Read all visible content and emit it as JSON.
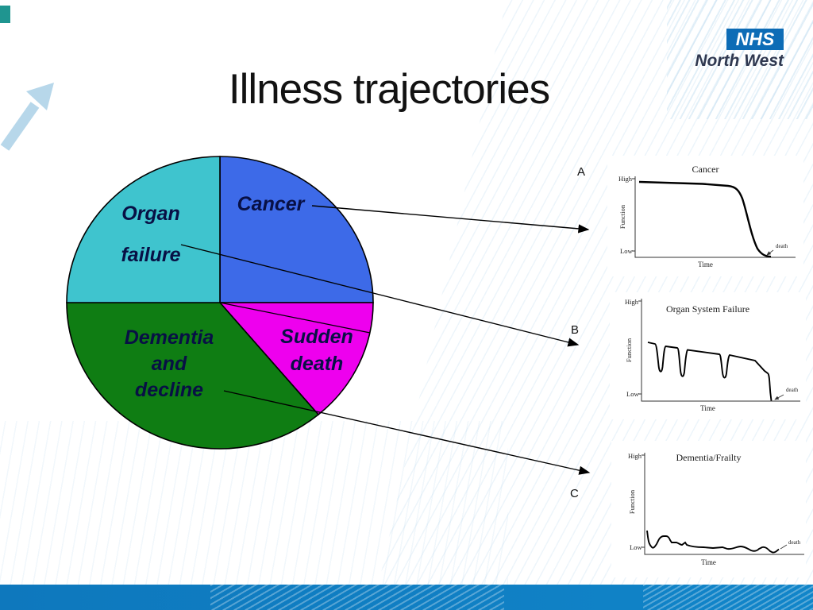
{
  "slide": {
    "title": "Illness trajectories"
  },
  "logo": {
    "nhs": "NHS",
    "region": "North West"
  },
  "pie": {
    "organ_line1": "Organ",
    "organ_line2": "failure",
    "cancer": "Cancer",
    "dementia_line1": "Dementia",
    "dementia_line2": "and",
    "dementia_line3": "decline",
    "sudden_line1": "Sudden",
    "sudden_line2": "death"
  },
  "panels": [
    {
      "letter": "A",
      "title": "Cancer",
      "y_high": "High",
      "y_low": "Low",
      "y_axis": "Function",
      "x_axis": "Time",
      "end_label": "death"
    },
    {
      "letter": "B",
      "title": "Organ System Failure",
      "y_high": "High",
      "y_low": "Low",
      "y_axis": "Function",
      "x_axis": "Time",
      "end_label": "death"
    },
    {
      "letter": "C",
      "title": "Dementia/Frailty",
      "y_high": "High",
      "y_low": "Low",
      "y_axis": "Function",
      "x_axis": "Time",
      "end_label": "death"
    }
  ],
  "colors": {
    "cancer_slice": "#3D6AE8",
    "organ_failure_slice": "#3FC4CE",
    "dementia_slice": "#0F7D13",
    "sudden_death_slice": "#EE00EE",
    "nhs_blue": "#0D6CB6",
    "band_blue": "#0E78BD",
    "label_text": "#081045"
  },
  "chart_data": [
    {
      "type": "pie",
      "title": "Illness trajectories",
      "slices": [
        {
          "label": "Cancer",
          "value": 25,
          "color": "#3D6AE8"
        },
        {
          "label": "Sudden death",
          "value": 14,
          "color": "#EE00EE"
        },
        {
          "label": "Dementia and decline",
          "value": 36,
          "color": "#0F7D13"
        },
        {
          "label": "Organ failure",
          "value": 25,
          "color": "#3FC4CE"
        }
      ],
      "start_angle_deg": 0,
      "direction": "clockwise"
    },
    {
      "type": "line",
      "title": "Cancer",
      "xlabel": "Time",
      "ylabel": "Function",
      "yticks": [
        "High",
        "Low"
      ],
      "annotation": "death",
      "shape": "high plateau then rapid terminal decline",
      "points": [
        [
          0,
          0.95
        ],
        [
          0.55,
          0.91
        ],
        [
          0.63,
          0.85
        ],
        [
          0.71,
          0.55
        ],
        [
          0.78,
          0.12
        ],
        [
          0.84,
          0.01
        ]
      ]
    },
    {
      "type": "line",
      "title": "Organ System Failure",
      "xlabel": "Time",
      "ylabel": "Function",
      "yticks": [
        "High",
        "Low"
      ],
      "annotation": "death",
      "shape": "gradual decline punctuated by acute dips with partial recovery",
      "points": [
        [
          0,
          0.58
        ],
        [
          0.06,
          0.56
        ],
        [
          0.08,
          0.27
        ],
        [
          0.11,
          0.53
        ],
        [
          0.2,
          0.52
        ],
        [
          0.23,
          0.23
        ],
        [
          0.26,
          0.5
        ],
        [
          0.48,
          0.46
        ],
        [
          0.51,
          0.21
        ],
        [
          0.54,
          0.45
        ],
        [
          0.72,
          0.4
        ],
        [
          0.78,
          0.27
        ],
        [
          0.8,
          0.16
        ],
        [
          0.81,
          0.01
        ]
      ]
    },
    {
      "type": "line",
      "title": "Dementia/Frailty",
      "xlabel": "Time",
      "ylabel": "Function",
      "yticks": [
        "High",
        "Low"
      ],
      "annotation": "death",
      "shape": "prolonged low function with slow dwindling decline",
      "points": [
        [
          0,
          0.22
        ],
        [
          0.02,
          0.1
        ],
        [
          0.06,
          0.07
        ],
        [
          0.1,
          0.15
        ],
        [
          0.13,
          0.13
        ],
        [
          0.18,
          0.1
        ],
        [
          0.3,
          0.08
        ],
        [
          0.45,
          0.07
        ],
        [
          0.55,
          0.06
        ],
        [
          0.63,
          0.03
        ],
        [
          0.7,
          0.06
        ],
        [
          0.76,
          0.02
        ],
        [
          0.82,
          0.05
        ],
        [
          0.86,
          0.04
        ]
      ]
    }
  ]
}
